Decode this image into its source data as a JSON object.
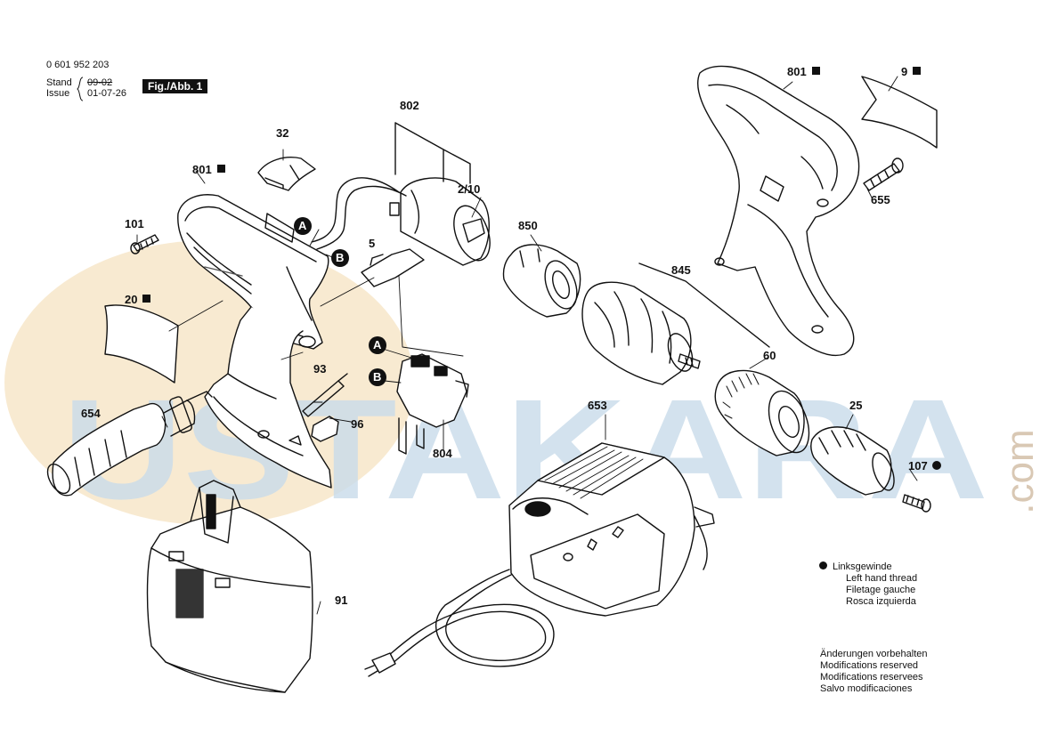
{
  "header": {
    "part_number": "0 601 952 203",
    "stand_label": "Stand",
    "stand_value": "09-02",
    "issue_label": "Issue",
    "issue_value": "01-07-26",
    "figure_label": "Fig./Abb. 1"
  },
  "watermark": {
    "text": "USTAKARA",
    "suffix": ".com",
    "color": "#c9dcea",
    "circle_color": "#f6e3c2"
  },
  "callouts": {
    "c801a": "801",
    "c32": "32",
    "c101": "101",
    "cA1": "A",
    "cB1": "B",
    "c5": "5",
    "c802": "802",
    "c210": "2/10",
    "c850": "850",
    "c845": "845",
    "c801b": "801",
    "c9": "9",
    "c655": "655",
    "c20": "20",
    "c93": "93",
    "c96": "96",
    "cA2": "A",
    "cB2": "B",
    "c804": "804",
    "c60": "60",
    "c653": "653",
    "c25": "25",
    "c107": "107",
    "c654": "654",
    "c91": "91"
  },
  "legend_thread": {
    "line1": "Linksgewinde",
    "line2": "Left hand thread",
    "line3": "Filetage gauche",
    "line4": "Rosca izquierda"
  },
  "legend_mod": {
    "line1": "Änderungen vorbehalten",
    "line2": "Modifications reserved",
    "line3": "Modifications reservees",
    "line4": "Salvo modificaciones"
  }
}
